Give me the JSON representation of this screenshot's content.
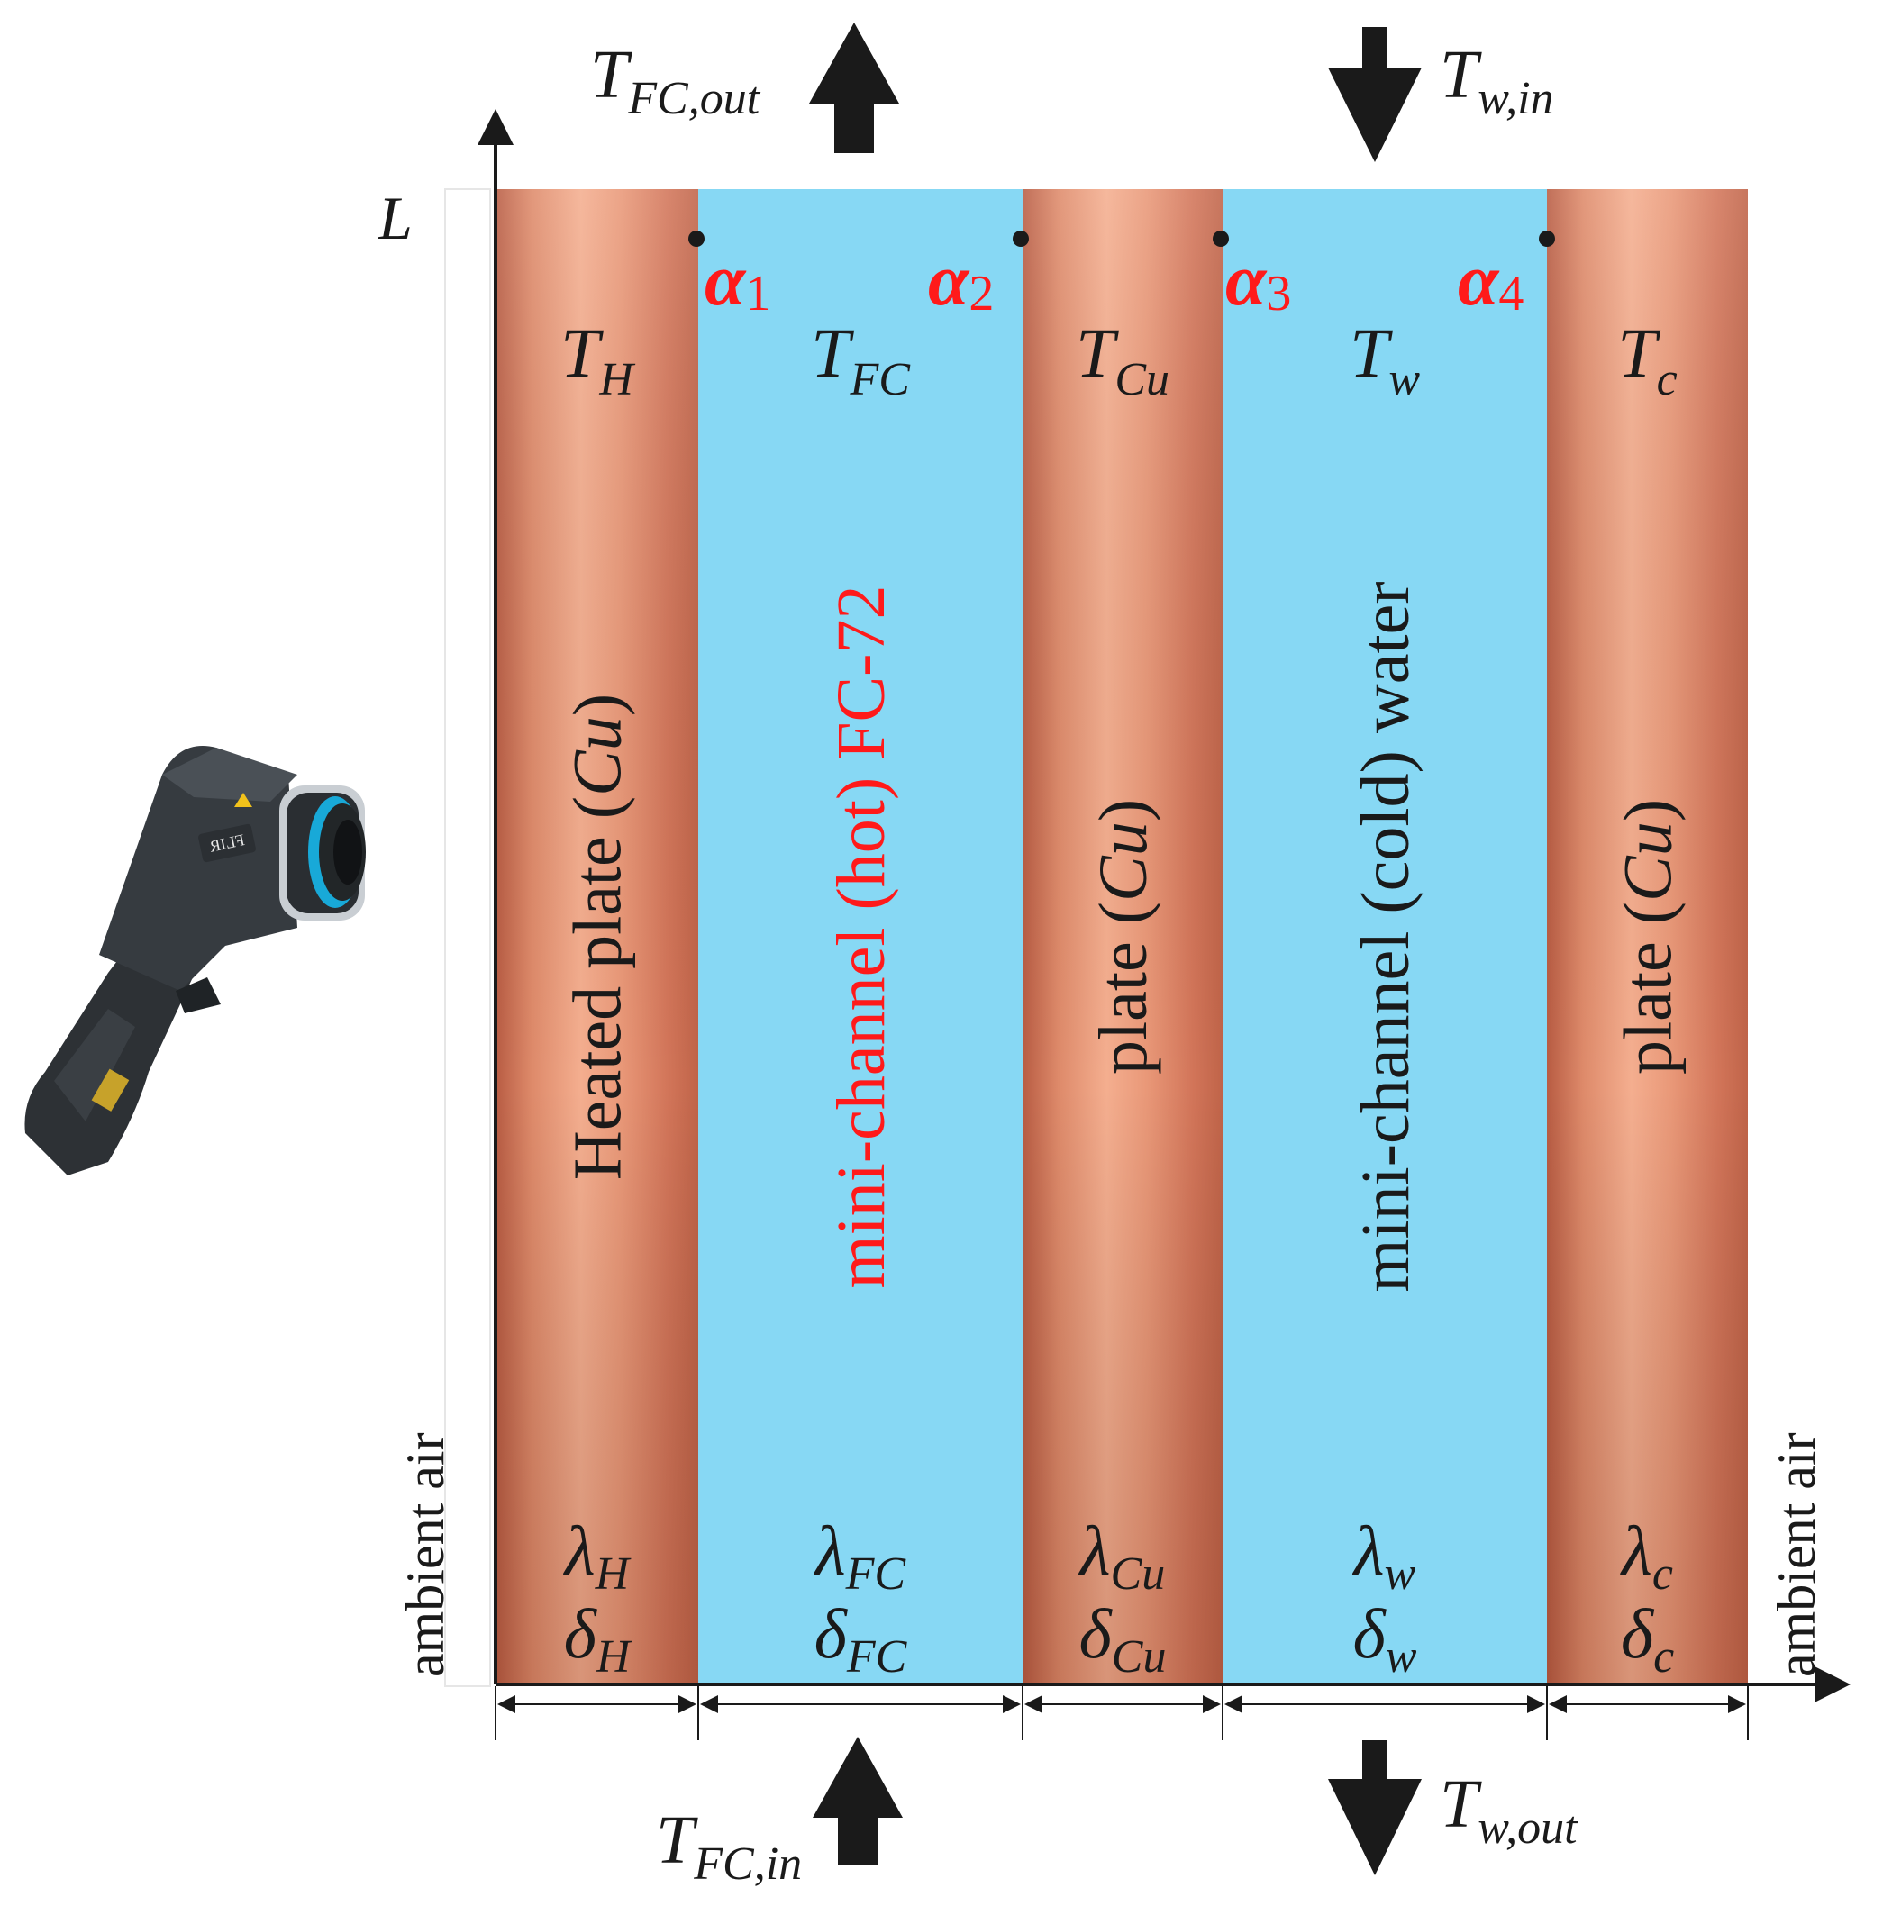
{
  "colors": {
    "copper_light": "#f2a583",
    "copper_mid": "#d9785a",
    "copper_dark": "#b85c43",
    "channel_blue": "#87d8f4",
    "ink": "#1a1a1a",
    "accent_red": "#ff1a1a"
  },
  "axis": {
    "y_label": "L"
  },
  "flows": {
    "fc_out": {
      "base": "T",
      "sub": "FC,out",
      "direction": "up"
    },
    "w_in": {
      "base": "T",
      "sub": "w,in",
      "direction": "down"
    },
    "fc_in": {
      "base": "T",
      "sub": "FC,in",
      "direction": "up"
    },
    "w_out": {
      "base": "T",
      "sub": "w,out",
      "direction": "down"
    }
  },
  "coefficients": [
    {
      "sym": "α",
      "sub": "1"
    },
    {
      "sym": "α",
      "sub": "2"
    },
    {
      "sym": "α",
      "sub": "3"
    },
    {
      "sym": "α",
      "sub": "4"
    }
  ],
  "layers": [
    {
      "type": "plate",
      "temp": {
        "base": "T",
        "sub": "H"
      },
      "name_pre": "Heated plate (",
      "name_em": "Cu",
      "name_post": ")",
      "lambda": {
        "sym": "λ",
        "sub": "H"
      },
      "delta": {
        "sym": "δ",
        "sub": "H"
      }
    },
    {
      "type": "channel",
      "temp": {
        "base": "T",
        "sub": "FC"
      },
      "name": "mini-channel (hot) FC-72",
      "lambda": {
        "sym": "λ",
        "sub": "FC"
      },
      "delta": {
        "sym": "δ",
        "sub": "FC"
      }
    },
    {
      "type": "plate",
      "temp": {
        "base": "T",
        "sub": "Cu"
      },
      "name_pre": "plate (",
      "name_em": "Cu",
      "name_post": ")",
      "lambda": {
        "sym": "λ",
        "sub": "Cu"
      },
      "delta": {
        "sym": "δ",
        "sub": "Cu"
      }
    },
    {
      "type": "channel",
      "temp": {
        "base": "T",
        "sub": "w"
      },
      "name": "mini-channel (cold) water",
      "lambda": {
        "sym": "λ",
        "sub": "w"
      },
      "delta": {
        "sym": "δ",
        "sub": "w"
      }
    },
    {
      "type": "plate",
      "temp": {
        "base": "T",
        "sub": "c"
      },
      "name_pre": "plate (",
      "name_em": "Cu",
      "name_post": ")",
      "lambda": {
        "sym": "λ",
        "sub": "c"
      },
      "delta": {
        "sym": "δ",
        "sub": "c"
      }
    }
  ],
  "ambient": {
    "left": "ambient air",
    "right": "ambient air"
  },
  "camera": {
    "brand": "FLIR"
  }
}
